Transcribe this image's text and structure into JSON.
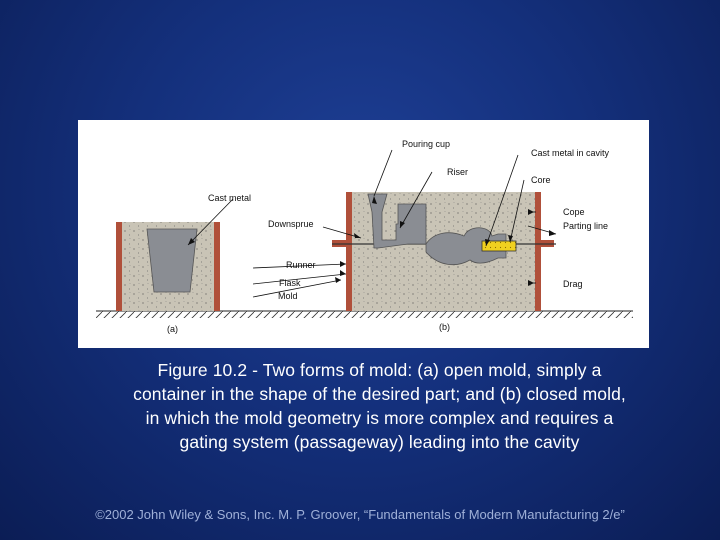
{
  "figure": {
    "labels": {
      "cast_metal_a": "Cast metal",
      "downsprue": "Downsprue",
      "runner": "Runner",
      "flask": "Flask",
      "mold": "Mold",
      "sub_a": "(a)",
      "pouring_cup": "Pouring cup",
      "riser": "Riser",
      "cast_metal_in_cavity": "Cast metal in cavity",
      "core": "Core",
      "cope": "Cope",
      "parting_line": "Parting line",
      "drag": "Drag",
      "sub_b": "(b)"
    },
    "colors": {
      "sand": "#c9c4b6",
      "metal": "#8a8d93",
      "flask": "#b0503a",
      "core": "#f0d020"
    }
  },
  "caption": {
    "lines": [
      "Figure 10.2 ‑ Two forms of mold: (a) open mold, simply a",
      "container in the shape of the desired part; and (b) closed mold,",
      "in which the mold geometry is more complex and requires a",
      "gating system (passageway) leading into the cavity"
    ]
  },
  "footer": {
    "text": "©2002 John Wiley & Sons, Inc.  M. P. Groover, “Fundamentals of Modern Manufacturing 2/e”"
  }
}
